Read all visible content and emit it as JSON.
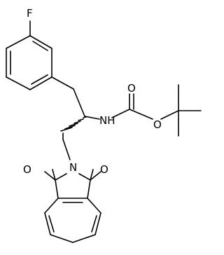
{
  "molecule": {
    "atoms": {
      "fluorine": "F",
      "carbamate_nitrogen": "NH",
      "ester_oxygen": "O",
      "carbonyl_oxygen": "O",
      "imide_nitrogen": "N",
      "imide_oxygen_left": "O",
      "imide_oxygen_right": "O"
    },
    "colors": {
      "bond": "#000000",
      "background": "#ffffff"
    }
  }
}
